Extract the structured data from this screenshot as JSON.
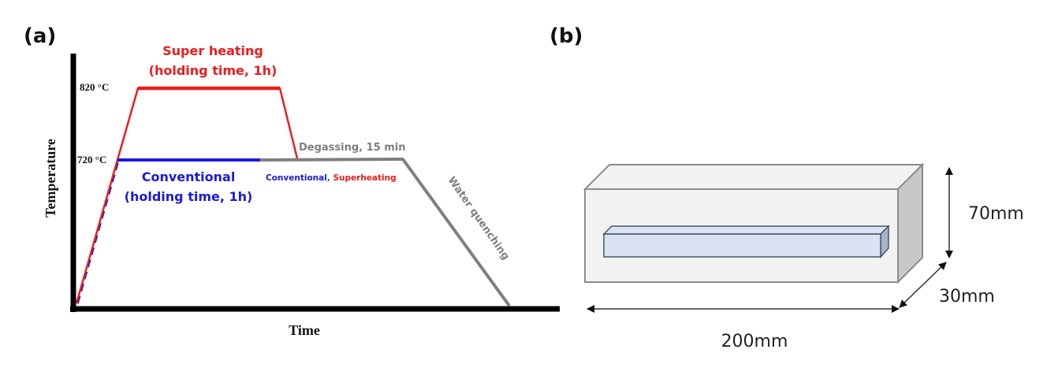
{
  "panel_a": {
    "label": "(a)",
    "x_axis_label": "Time",
    "y_axis_label": "Temperature",
    "temp_levels": [
      {
        "value": 820,
        "label": "820 °C"
      },
      {
        "value": 720,
        "label": "720 °C"
      }
    ],
    "super_heating": {
      "title": "Super heating",
      "subtitle": "(holding time, 1h)",
      "color": "#ee1c1c"
    },
    "conventional": {
      "title": "Conventional",
      "subtitle": "(holding time, 1h)",
      "color": "#1a1adc"
    },
    "degassing": {
      "label": "Degassing, 15 min",
      "color": "#7f7f7f"
    },
    "degassing_legend": {
      "conventional": "Conventional",
      "separator": ", ",
      "superheating": "Superheating"
    },
    "water_quenching": {
      "label": "Water quenching",
      "color": "#7f7f7f"
    }
  },
  "panel_b": {
    "label": "(b)",
    "dimensions": {
      "length": "200mm",
      "height": "70mm",
      "depth": "30mm"
    },
    "colors": {
      "block_face": "#f2f2f2",
      "block_side": "#c8c8c8",
      "block_edge": "#8c8c8c",
      "bar_face": "#dae3f3",
      "bar_edge": "#44546a"
    }
  }
}
